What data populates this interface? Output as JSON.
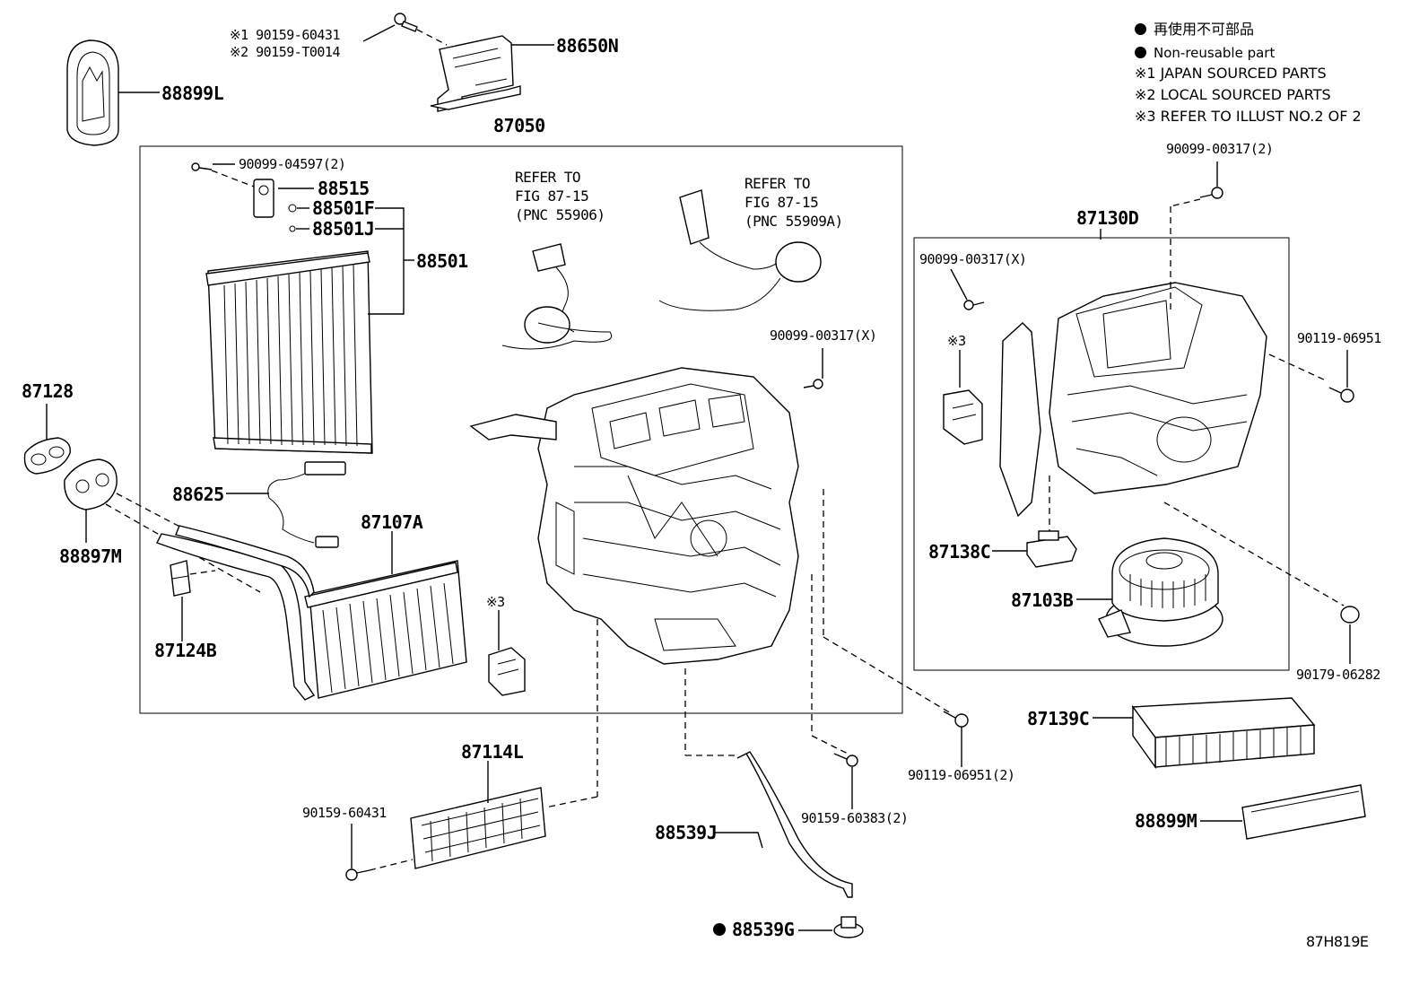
{
  "legend": {
    "item1": "再使用不可部品",
    "item2": "Non-reusable part",
    "item3": "※1 JAPAN SOURCED PARTS",
    "item4": "※2 LOCAL SOURCED PARTS",
    "item5": "※3 REFER TO ILLUST NO.2 OF 2"
  },
  "labels": {
    "p90159_60431_a": "※1 90159-60431",
    "p90159_t0014": "※2 90159-T0014",
    "p88650N": "88650N",
    "p88899L": "88899L",
    "p87050": "87050",
    "p90099_04597": "90099-04597(2)",
    "p88515": "88515",
    "p88501F": "88501F",
    "p88501J": "88501J",
    "p88501": "88501",
    "refer1_a": "REFER TO",
    "refer1_b": "FIG 87-15",
    "refer1_c": "(PNC 55906)",
    "refer2_a": "REFER TO",
    "refer2_b": "FIG 87-15",
    "refer2_c": "(PNC 55909A)",
    "p90099_00317_x_a": "90099-00317(X)",
    "p87128": "87128",
    "p88897M": "88897M",
    "p88625": "88625",
    "p87107A": "87107A",
    "p87124B": "87124B",
    "note3_a": "※3",
    "p87114L": "87114L",
    "p90159_60431_b": "90159-60431",
    "p88539J": "88539J",
    "p88539G": "88539G",
    "p90159_60383": "90159-60383(2)",
    "p90119_06951_2": "90119-06951(2)",
    "p90099_00317_2": "90099-00317(2)",
    "p87130D": "87130D",
    "p90099_00317_x_b": "90099-00317(X)",
    "note3_b": "※3",
    "p90119_06951": "90119-06951",
    "p87138C": "87138C",
    "p87103B": "87103B",
    "p90179_06282": "90179-06282",
    "p87139C": "87139C",
    "p88899M": "88899M",
    "diagram_code": "87H819E"
  }
}
